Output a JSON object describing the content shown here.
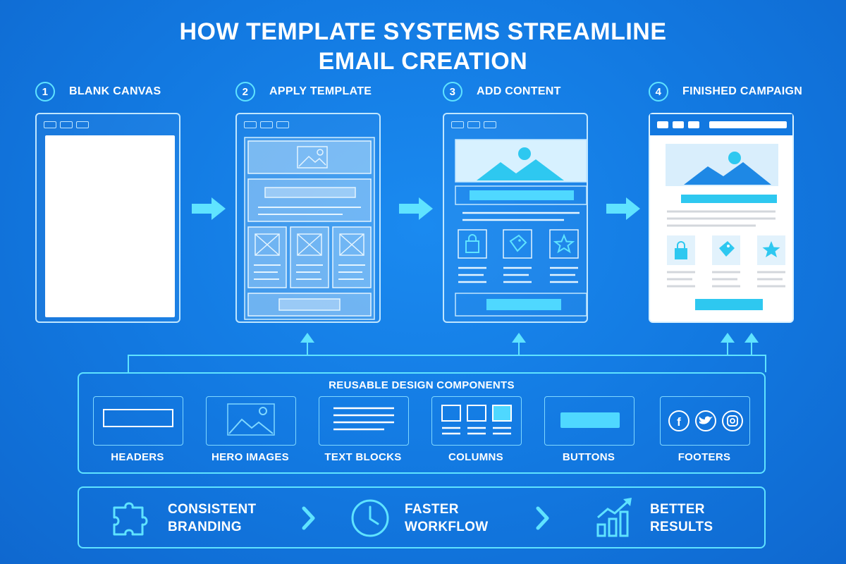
{
  "title": {
    "line1": "HOW TEMPLATE SYSTEMS STREAMLINE",
    "line2": "EMAIL CREATION"
  },
  "steps": [
    {
      "number": "1",
      "label": "BLANK CANVAS"
    },
    {
      "number": "2",
      "label": "APPLY TEMPLATE"
    },
    {
      "number": "3",
      "label": "ADD CONTENT"
    },
    {
      "number": "4",
      "label": "FINISHED CAMPAIGN"
    }
  ],
  "components": {
    "title": "REUSABLE DESIGN COMPONENTS",
    "items": [
      {
        "label": "HEADERS",
        "icon": "header-bar-icon"
      },
      {
        "label": "HERO IMAGES",
        "icon": "image-icon"
      },
      {
        "label": "TEXT BLOCKS",
        "icon": "text-lines-icon"
      },
      {
        "label": "COLUMNS",
        "icon": "columns-icon"
      },
      {
        "label": "BUTTONS",
        "icon": "button-icon"
      },
      {
        "label": "FOOTERS",
        "icon": "social-icons"
      }
    ]
  },
  "benefits": [
    {
      "line1": "CONSISTENT",
      "line2": "BRANDING",
      "icon": "puzzle-icon"
    },
    {
      "line1": "FASTER",
      "line2": "WORKFLOW",
      "icon": "clock-icon"
    },
    {
      "line1": "BETTER",
      "line2": "RESULTS",
      "icon": "bar-chart-up-icon"
    }
  ],
  "colors": {
    "background": "#1278e0",
    "accent": "#5fe3ff",
    "outline": "#bfe6ff",
    "finished_accent": "#2ec8f0"
  }
}
